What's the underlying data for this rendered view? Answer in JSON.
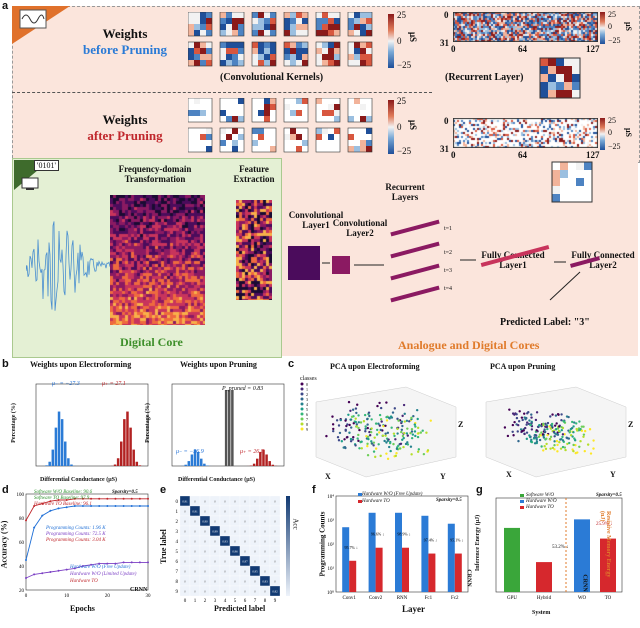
{
  "panel_a": {
    "letter": "a",
    "weights_before": {
      "line1": "Weights",
      "line2": "before Pruning"
    },
    "weights_after": {
      "line1": "Weights",
      "line2": "after Pruning"
    },
    "conv_kernels_label": "(Convolutional Kernels)",
    "recurrent_label": "(Recurrent Layer)",
    "colorbar_ticks": [
      "25",
      "0",
      "−25"
    ],
    "colorbar_unit": "μS",
    "recurrent_axis": {
      "y_top": "0",
      "y_bottom": "31",
      "x": [
        "0",
        "64",
        "127"
      ]
    },
    "input_tag": "'0101'",
    "digital_core": "Digital Core",
    "analogue_digital": "Analogue and Digital Cores",
    "freq_transform": "Frequency-domain Transformation",
    "feature_extraction": "Feature Extraction",
    "conv1": "Convolutional Layer1",
    "conv2": "Convolutional Layer2",
    "recurrent_layers": "Recurrent Layers",
    "fc1": "Fully Connected Layer1",
    "fc2": "Fully Connected Layer2",
    "predicted": "Predicted Label: \"3\"",
    "time_labels": [
      "t=1",
      "t=2",
      "t=3",
      "t=4"
    ]
  },
  "panel_b": {
    "letter": "b",
    "left_title": "Weights upon Electroforming",
    "right_title": "Weights upon Pruning",
    "ylabel": "Percentage (%)",
    "xlabel": "Differential Conductance (μS)",
    "left_annot": {
      "mu_neg": "μ₋ = −27.3",
      "mu_pos": "μ₊ = 27.1"
    },
    "right_annot": {
      "mu_neg": "μ₋ = −26.9",
      "mu_pos": "μ₊ = 26.8",
      "pruned": "P_pruned = 0.83"
    }
  },
  "panel_c": {
    "letter": "c",
    "left_title": "PCA upon Electroforming",
    "right_title": "PCA upon Pruning",
    "legend_title": "classes",
    "classes": [
      "0",
      "1",
      "2",
      "3",
      "4",
      "5",
      "6",
      "7",
      "8",
      "9"
    ],
    "axes": {
      "x": "X",
      "y": "Y",
      "z": "Z"
    }
  },
  "panel_d": {
    "letter": "d",
    "xlabel": "Epochs",
    "ylabel": "Accuracy (%)",
    "sparsity": "Sparsity=0.5",
    "baselines": [
      "Software W/O Baseline: 90.6",
      "Software TO Baseline: 97.9",
      "Hardware TO Baseline: 96.1"
    ],
    "counts": [
      "Programming Counts: 1.96 K",
      "Programming Counts: 72.5 K",
      "Programming Counts: 3.04 K"
    ],
    "legend": [
      "Hardware W/O (Free Update)",
      "Hardware W/O (Limited Update)",
      "Hardware TO"
    ],
    "tag": "CRNN"
  },
  "panel_e": {
    "letter": "e",
    "xlabel": "Predicted label",
    "ylabel": "True label",
    "cbar_label": "Acc",
    "diag": [
      "0.91",
      "0.91",
      "0.90",
      "0.99",
      "0.93",
      "0.96",
      "0.97",
      "0.95",
      "0.83",
      "0.82"
    ]
  },
  "panel_f": {
    "letter": "f",
    "xlabel": "Layer",
    "ylabel": "Programming Counts",
    "sparsity": "Sparsity=0.5",
    "legend": [
      "Hardware W/O (Free Update)",
      "Hardware TO"
    ],
    "tag": "CRNN"
  },
  "panel_g": {
    "letter": "g",
    "ylabel": "Inference Energy (μJ)",
    "ylabel2": "Resistive Memory Energy (nJ)",
    "xlabel": "System",
    "sparsity": "Sparsity=0.5",
    "legend": [
      "Software W/O",
      "Hardware W/O",
      "Hardware TO"
    ],
    "tag": "CRNN",
    "note_left": "53.2% ↓",
    "note_right": "25.9% ↓"
  },
  "chart_data": [
    {
      "type": "bar",
      "panel": "f",
      "categories": [
        "Conv1",
        "Conv2",
        "RNN",
        "Fc1",
        "Fc2"
      ],
      "y_scale": "log",
      "ylim": [
        1,
        10000
      ],
      "series": [
        {
          "name": "Hardware W/O (Free Update)",
          "values": [
            500,
            2000,
            2000,
            1500,
            700
          ]
        },
        {
          "name": "Hardware TO",
          "values": [
            20,
            70,
            70,
            40,
            40
          ]
        }
      ],
      "reductions": [
        "95.7% ↓",
        "96.6% ↓",
        "98.9% ↓",
        "97.4% ↓",
        "95.1% ↓"
      ]
    },
    {
      "type": "bar",
      "panel": "g",
      "categories": [
        "GPU",
        "Hybrid",
        "WO",
        "TO"
      ],
      "series": [
        {
          "name": "Software W/O",
          "values": [
            1.5,
            null,
            null,
            null
          ]
        },
        {
          "name": "Hardware W/O",
          "values": [
            null,
            null,
            1.7,
            null
          ]
        },
        {
          "name": "Hardware TO",
          "values": [
            null,
            0.7,
            null,
            1.25
          ]
        }
      ]
    },
    {
      "type": "line",
      "panel": "d",
      "xlim": [
        0,
        30
      ],
      "ylim": [
        20,
        100
      ],
      "series": [
        {
          "name": "Hardware W/O (Free Update)",
          "x": [
            0,
            2,
            4,
            6,
            8,
            10,
            12,
            14,
            16,
            18,
            20,
            22,
            24,
            26,
            28,
            30
          ],
          "y": [
            45,
            72,
            82,
            86,
            88,
            89,
            90,
            90,
            90,
            90,
            90,
            90,
            90,
            90,
            90,
            90
          ]
        },
        {
          "name": "Hardware W/O (Limited Update)",
          "x": [
            0,
            2,
            4,
            6,
            8,
            10,
            12,
            14,
            16,
            18,
            20,
            22,
            24,
            26,
            28,
            30
          ],
          "y": [
            30,
            33,
            34,
            35,
            36,
            37,
            38,
            40,
            41,
            42,
            42,
            42,
            43,
            43,
            43,
            43
          ]
        },
        {
          "name": "Hardware TO",
          "x": [
            0,
            2,
            4,
            6,
            8,
            10,
            12,
            14,
            16,
            18,
            20,
            22,
            24,
            26,
            28,
            30
          ],
          "y": [
            78,
            90,
            92,
            94,
            95,
            95,
            96,
            96,
            96,
            96,
            96,
            96,
            96,
            96,
            96,
            96
          ]
        }
      ]
    }
  ]
}
